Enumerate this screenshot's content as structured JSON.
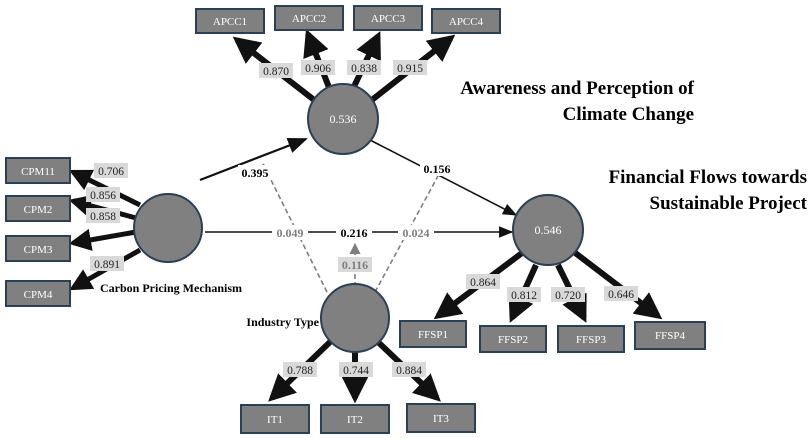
{
  "constructs": {
    "apcc": {
      "value": "0.536",
      "title_line1": "Awareness and Perception of",
      "title_line2": "Climate Change"
    },
    "ffsp": {
      "value": "0.546",
      "title_line1": "Financial Flows towards",
      "title_line2": "Sustainable Project"
    },
    "cpm": {
      "name": "Carbon Pricing Mechanism"
    },
    "it": {
      "name": "Industry Type"
    }
  },
  "indicators": {
    "apcc": [
      {
        "label": "APCC1",
        "loading": "0.870"
      },
      {
        "label": "APCC2",
        "loading": "0.906"
      },
      {
        "label": "APCC3",
        "loading": "0.838"
      },
      {
        "label": "APCC4",
        "loading": "0.915"
      }
    ],
    "cpm": [
      {
        "label": "CPM11",
        "loading": "0.706"
      },
      {
        "label": "CPM2",
        "loading": "0.856"
      },
      {
        "label": "CPM3",
        "loading": "0.858"
      },
      {
        "label": "CPM4",
        "loading": "0.891"
      }
    ],
    "ffsp": [
      {
        "label": "FFSP1",
        "loading": "0.864"
      },
      {
        "label": "FFSP2",
        "loading": "0.812"
      },
      {
        "label": "FFSP3",
        "loading": "0.720"
      },
      {
        "label": "FFSP4",
        "loading": "0.646"
      }
    ],
    "it": [
      {
        "label": "IT1",
        "loading": "0.788"
      },
      {
        "label": "IT2",
        "loading": "0.744"
      },
      {
        "label": "IT3",
        "loading": "0.884"
      }
    ]
  },
  "paths": {
    "cpm_apcc": "0.395",
    "apcc_ffsp": "0.156",
    "cpm_ffsp": "0.216",
    "mod_apcc_path": "0.049",
    "mod_ffsp_path": "0.024",
    "mod_direct_path": "0.116"
  },
  "colors": {
    "node_fill": "#808080",
    "node_stroke": "#2b3f55",
    "label_bg": "#d9d9d9",
    "dashed": "#7f7f7f",
    "arrow": "#111111"
  }
}
